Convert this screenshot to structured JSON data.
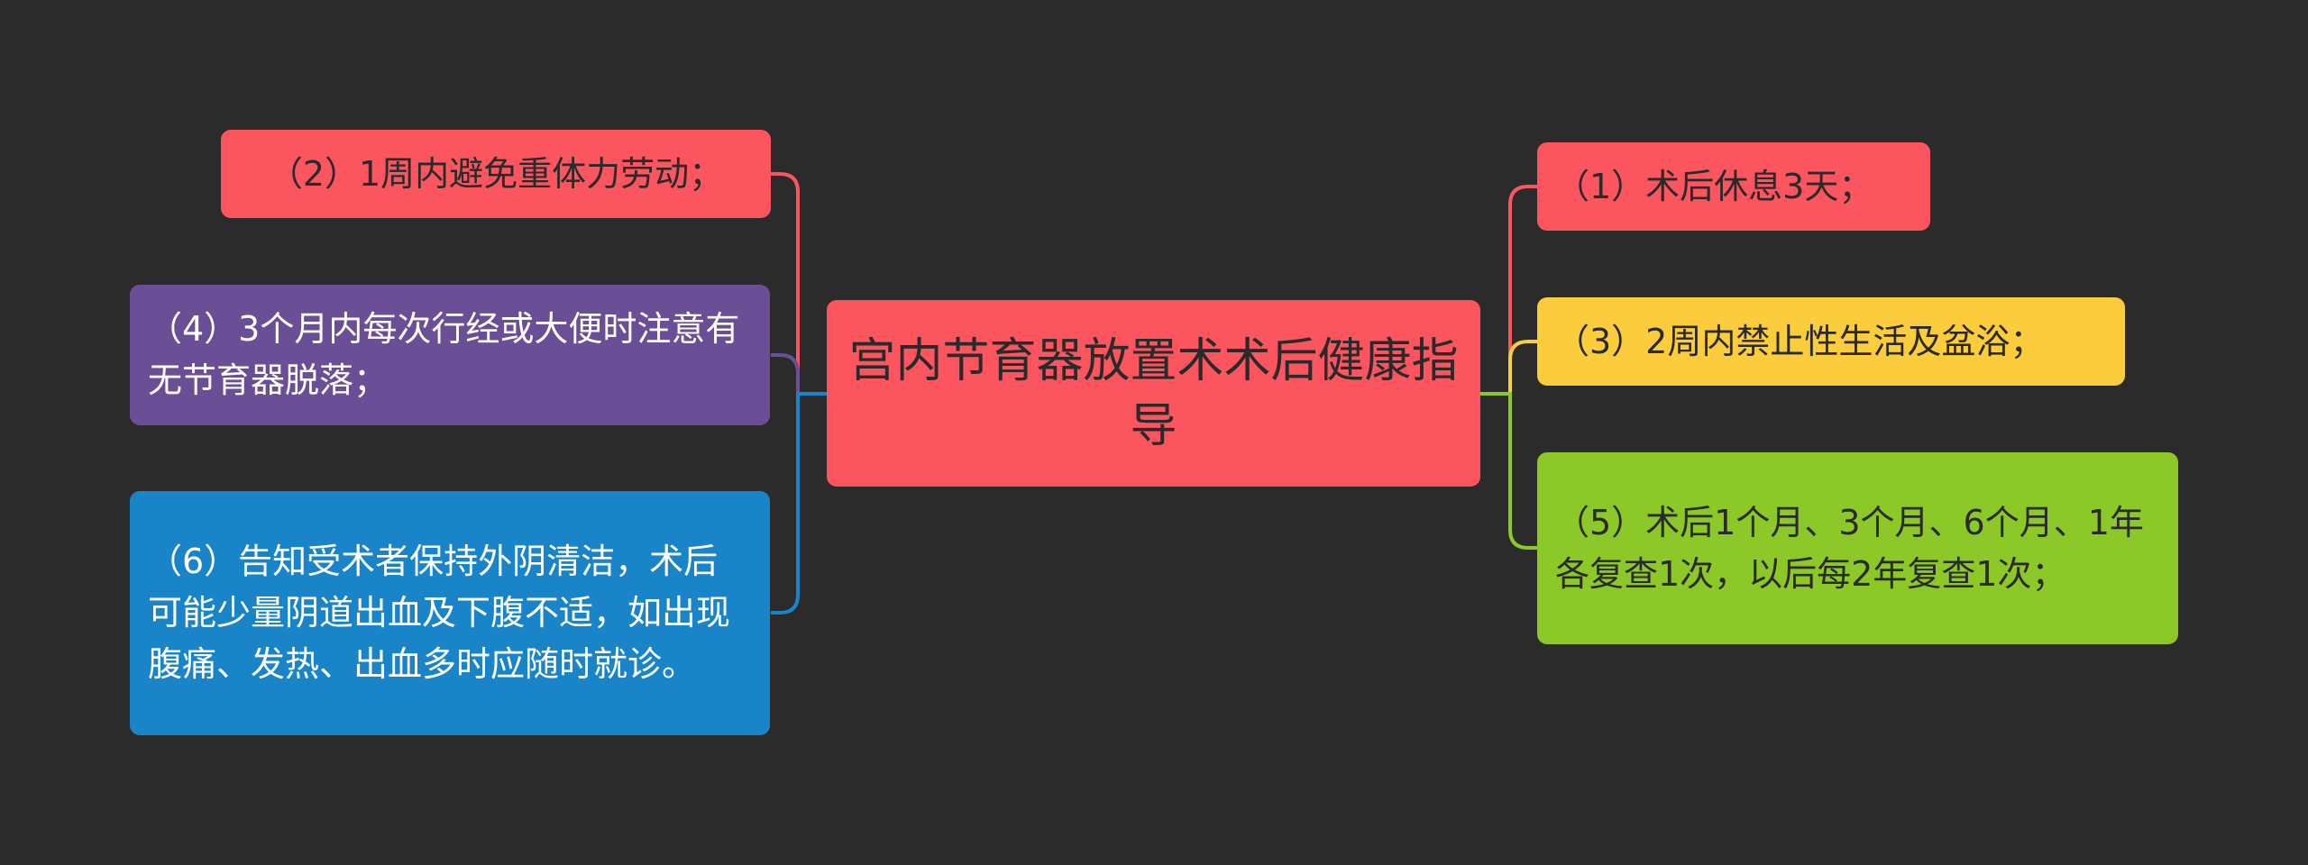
{
  "colors": {
    "background": "#2b2b2b",
    "red": "#fb5560",
    "purple": "#6b4f96",
    "blue": "#1a84c8",
    "yellow": "#fbcd3c",
    "green": "#8cc828"
  },
  "center": {
    "text": "宫内节育器放置术术后健康指导",
    "color": "#fb5560"
  },
  "left_nodes": [
    {
      "id": "n2",
      "text": "（2）1周内避免重体力劳动；",
      "color": "#fb5560"
    },
    {
      "id": "n4",
      "text": "（4）3个月内每次行经或大便时注意有无节育器脱落；",
      "color": "#6b4f96"
    },
    {
      "id": "n6",
      "text": "（6）告知受术者保持外阴清洁，术后可能少量阴道出血及下腹不适，如出现腹痛、发热、出血多时应随时就诊。",
      "color": "#1a84c8"
    }
  ],
  "right_nodes": [
    {
      "id": "n1",
      "text": "（1）术后休息3天；",
      "color": "#fb5560"
    },
    {
      "id": "n3",
      "text": "（3）2周内禁止性生活及盆浴；",
      "color": "#fbcd3c"
    },
    {
      "id": "n5",
      "text": "（5）术后1个月、3个月、6个月、1年各复查1次，以后每2年复查1次；",
      "color": "#8cc828"
    }
  ]
}
